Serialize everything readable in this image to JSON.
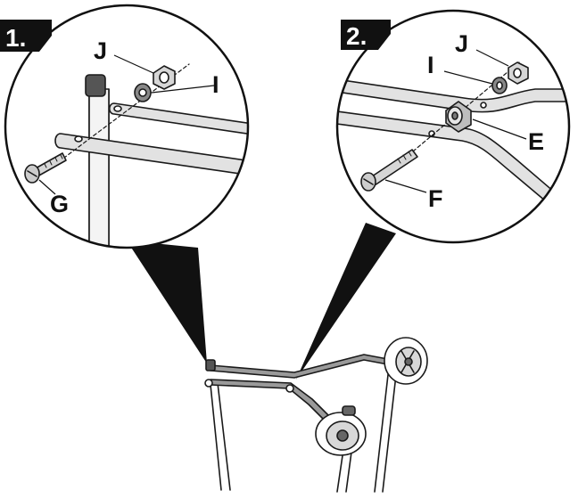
{
  "steps": [
    {
      "number": "1.",
      "parts": {
        "bolt": "G",
        "washer": "I",
        "nut": "J"
      }
    },
    {
      "number": "2.",
      "parts": {
        "bolt": "F",
        "washer": "I",
        "nut": "J",
        "spacer": "E"
      }
    }
  ],
  "colors": {
    "line": "#1a1a1a",
    "tube": "#e2e2e2",
    "tube_dark": "#9a9a9a",
    "callout": "#111111",
    "step_tab": "#111111"
  }
}
